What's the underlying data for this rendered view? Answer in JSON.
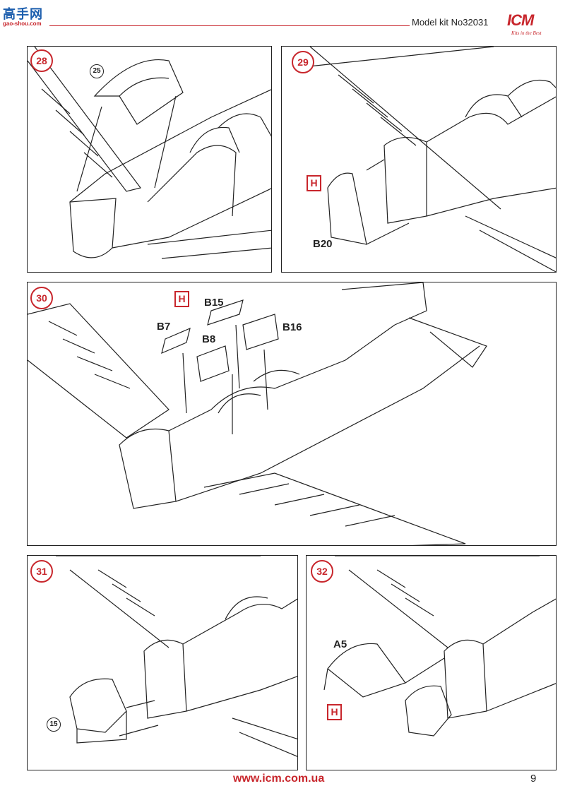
{
  "header": {
    "watermark_cn": "高手网",
    "watermark_url": "gao-shou.com",
    "model_kit": "Model kit No32031",
    "brand": "ICM",
    "brand_slogan": "Kits in the Best"
  },
  "steps": [
    {
      "number": "28",
      "callouts": [
        "25"
      ],
      "parts": []
    },
    {
      "number": "29",
      "callouts": [],
      "parts": [
        "H",
        "B20"
      ]
    },
    {
      "number": "30",
      "callouts": [],
      "parts": [
        "H",
        "B15",
        "B7",
        "B8",
        "B16"
      ]
    },
    {
      "number": "31",
      "callouts": [
        "15"
      ],
      "parts": []
    },
    {
      "number": "32",
      "callouts": [],
      "parts": [
        "A5",
        "H"
      ]
    }
  ],
  "footer": {
    "url": "www.icm.com.ua",
    "page_number": "9"
  },
  "colors": {
    "accent_red": "#c8262c",
    "line_black": "#222222"
  }
}
